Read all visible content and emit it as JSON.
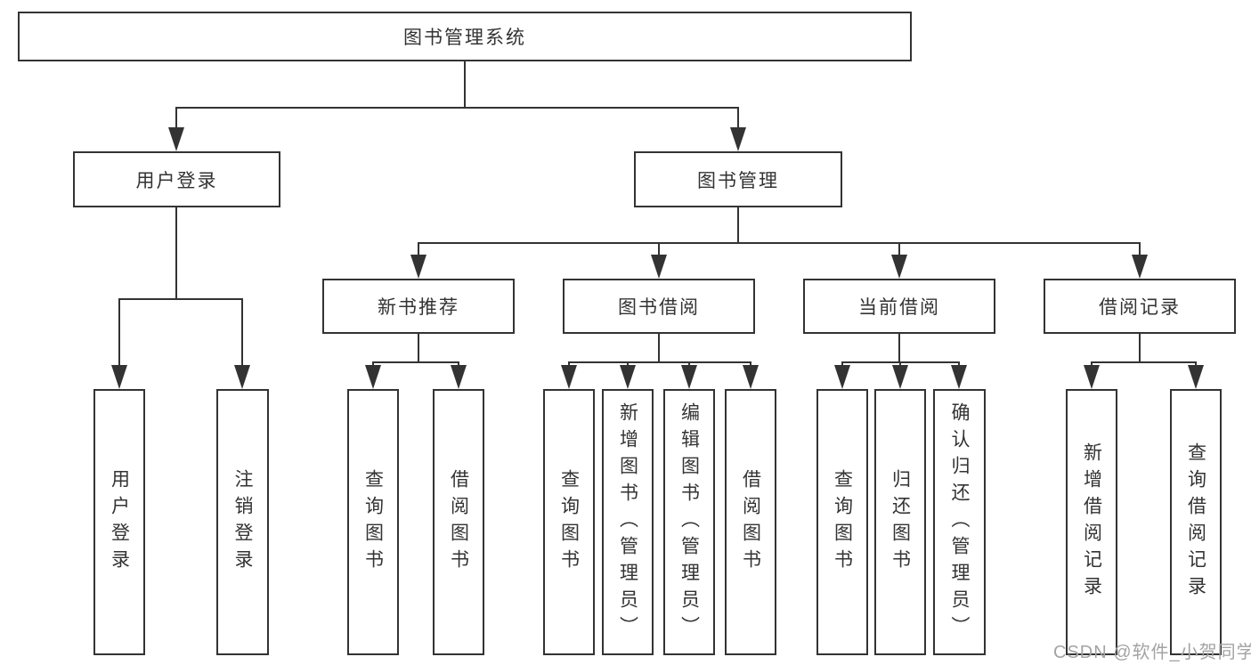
{
  "diagram": {
    "type": "hierarchy",
    "line_color": "#333333",
    "text_color": "#333333",
    "root": {
      "label": "图书管理系统"
    },
    "level2": [
      {
        "label": "用户登录"
      },
      {
        "label": "图书管理"
      }
    ],
    "level3": [
      {
        "label": "新书推荐"
      },
      {
        "label": "图书借阅"
      },
      {
        "label": "当前借阅"
      },
      {
        "label": "借阅记录"
      }
    ],
    "leaves": [
      {
        "label": "用户登录",
        "parent": "用户登录"
      },
      {
        "label": "注销登录",
        "parent": "用户登录"
      },
      {
        "label": "查询图书",
        "parent": "新书推荐"
      },
      {
        "label": "借阅图书",
        "parent": "新书推荐"
      },
      {
        "label": "查询图书",
        "parent": "图书借阅"
      },
      {
        "label": "新增图书（管理员）",
        "parent": "图书借阅"
      },
      {
        "label": "编辑图书（管理员）",
        "parent": "图书借阅"
      },
      {
        "label": "借阅图书",
        "parent": "图书借阅"
      },
      {
        "label": "查询图书",
        "parent": "当前借阅"
      },
      {
        "label": "归还图书",
        "parent": "当前借阅"
      },
      {
        "label": "确认归还（管理员）",
        "parent": "当前借阅"
      },
      {
        "label": "新增借阅记录",
        "parent": "借阅记录"
      },
      {
        "label": "查询借阅记录",
        "parent": "借阅记录"
      }
    ]
  },
  "watermark": {
    "text": "CSDN @软件_小贺同学",
    "color": "#a3a3a3"
  }
}
